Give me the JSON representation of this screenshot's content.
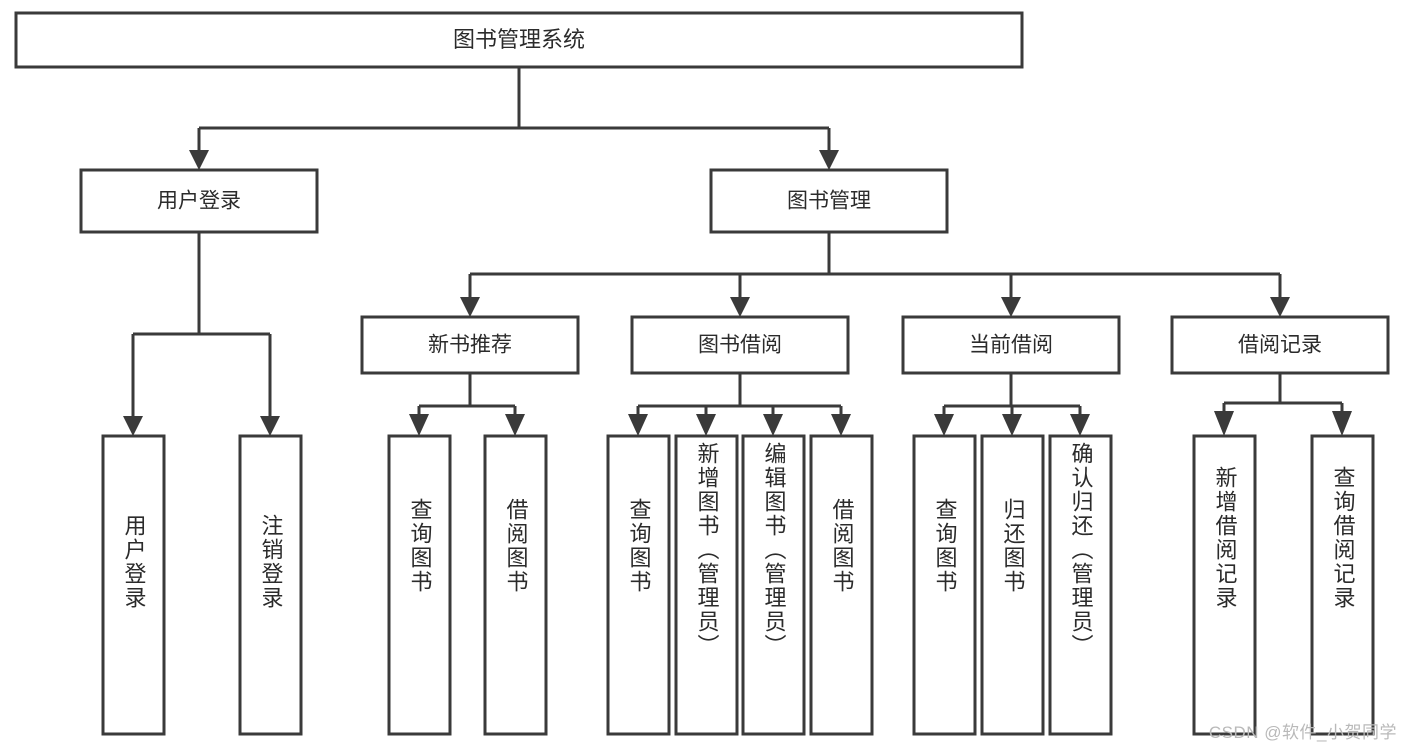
{
  "diagram": {
    "title": "图书管理系统",
    "watermark": "CSDN @软件_小贺同学",
    "stroke_color": "#3a3a3a",
    "text_color": "#2b2b2b",
    "background_color": "#ffffff",
    "levels": {
      "root": {
        "label": "图书管理系统"
      },
      "level2": [
        {
          "label": "用户登录"
        },
        {
          "label": "图书管理"
        }
      ],
      "level3": [
        {
          "label": "新书推荐"
        },
        {
          "label": "图书借阅"
        },
        {
          "label": "当前借阅"
        },
        {
          "label": "借阅记录"
        }
      ],
      "leaves": {
        "user_login": [
          {
            "label": "用户登录"
          },
          {
            "label": "注销登录"
          }
        ],
        "new_book_recommend": [
          {
            "label": "查询图书"
          },
          {
            "label": "借阅图书"
          }
        ],
        "book_borrow": [
          {
            "label": "查询图书"
          },
          {
            "label": "新增图书（管理员）"
          },
          {
            "label": "编辑图书（管理员）"
          },
          {
            "label": "借阅图书"
          }
        ],
        "current_borrow": [
          {
            "label": "查询图书"
          },
          {
            "label": "归还图书"
          },
          {
            "label": "确认归还（管理员）"
          }
        ],
        "borrow_record": [
          {
            "label": "新增借阅记录"
          },
          {
            "label": "查询借阅记录"
          }
        ]
      }
    }
  }
}
